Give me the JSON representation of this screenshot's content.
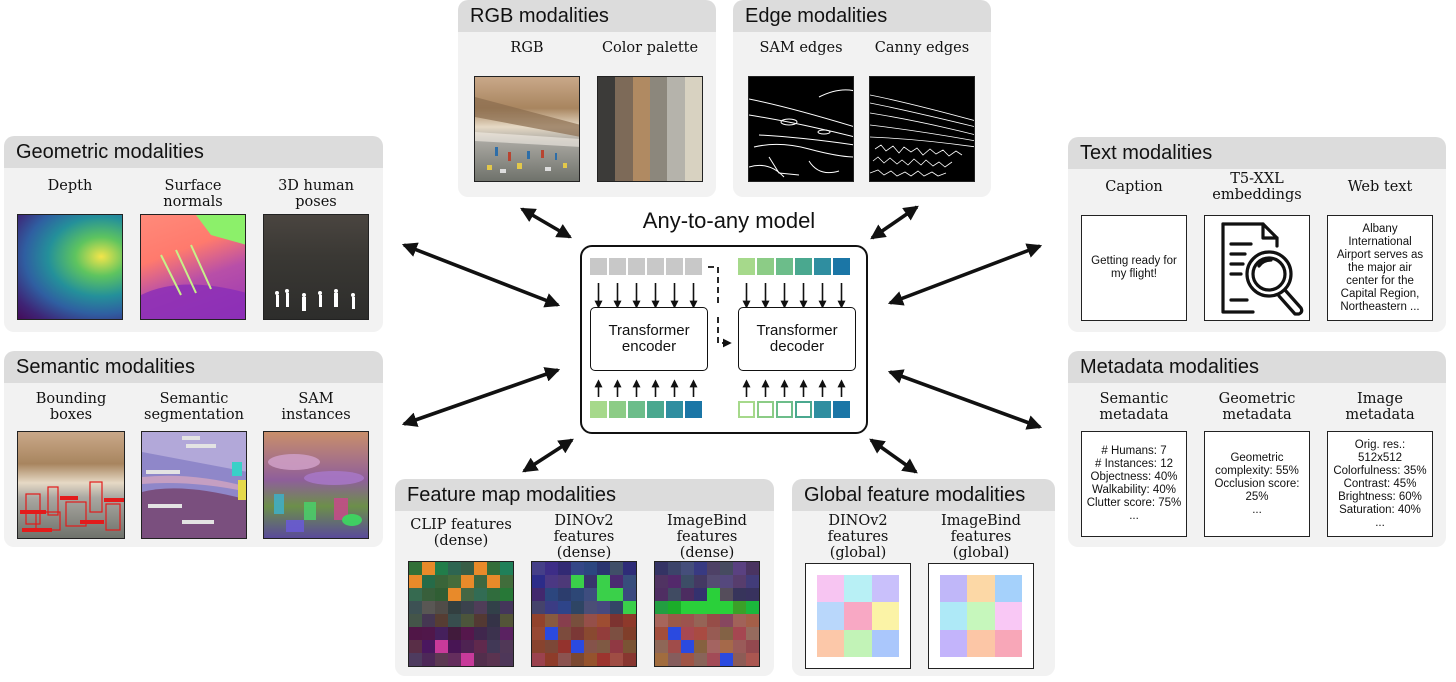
{
  "diagram": {
    "center": {
      "title": "Any-to-any model",
      "encoder_label": "Transformer\nencoder",
      "decoder_label": "Transformer\ndecoder"
    },
    "groups": {
      "rgb": {
        "title": "RGB modalities",
        "items": [
          "RGB",
          "Color palette"
        ]
      },
      "edge": {
        "title": "Edge modalities",
        "items": [
          "SAM edges",
          "Canny edges"
        ]
      },
      "geometric": {
        "title": "Geometric modalities",
        "items": [
          "Depth",
          "Surface\nnormals",
          "3D human\nposes"
        ]
      },
      "semantic": {
        "title": "Semantic modalities",
        "items": [
          "Bounding\nboxes",
          "Semantic\nsegmentation",
          "SAM\ninstances"
        ]
      },
      "text": {
        "title": "Text modalities",
        "items": [
          "Caption",
          "T5-XXL\nembeddings",
          "Web text"
        ],
        "caption_text": "Getting ready for\nmy flight!",
        "web_text": "Albany\nInternational\nAirport serves as\nthe major air\ncenter for the\nCapital Region,\nNortheastern ..."
      },
      "metadata": {
        "title": "Metadata modalities",
        "items": [
          "Semantic\nmetadata",
          "Geometric\nmetadata",
          "Image\nmetadata"
        ],
        "semantic_text": "# Humans: 7\n# Instances: 12\nObjectness: 40%\nWalkability: 40%\nClutter score: 75%\n...",
        "geometric_text": "Geometric\ncomplexity: 55%\nOcclusion score:\n25%\n...",
        "image_text": "Orig. res.: 512x512\nColorfulness: 35%\nContrast: 45%\nBrightness: 60%\nSaturation: 40%\n..."
      },
      "featmap": {
        "title": "Feature map modalities",
        "items": [
          "CLIP features\n(dense)",
          "DINOv2\nfeatures\n(dense)",
          "ImageBind\nfeatures\n(dense)"
        ]
      },
      "global": {
        "title": "Global feature modalities",
        "items": [
          "DINOv2\nfeatures\n(global)",
          "ImageBind\nfeatures\n(global)"
        ]
      }
    },
    "colors": {
      "palette": [
        "#3c3b39",
        "#7d6a58",
        "#b08a62",
        "#8c877c",
        "#b5b3ab",
        "#d8d2c1"
      ],
      "input_tokens": [
        "#a6d98b",
        "#8ccc86",
        "#6cbd8a",
        "#4aa88f",
        "#2f8ea0",
        "#1b76a6"
      ],
      "encoder_output": "#c8c8c8",
      "global_dino": [
        "#f7c5f2",
        "#b8f0f5",
        "#c9c0fb",
        "#b9d7fb",
        "#f8a8c4",
        "#fbf3a6",
        "#fcc8a9",
        "#c2f3b7",
        "#aac7fc"
      ],
      "global_imagebind": [
        "#c0b7f9",
        "#fcd8a6",
        "#a5d1fb",
        "#aee9f7",
        "#c6f7bc",
        "#f9c8f5",
        "#c3b4fb",
        "#fcc6a6",
        "#f8a7b8"
      ]
    },
    "icons": [
      "document-search-icon"
    ]
  }
}
